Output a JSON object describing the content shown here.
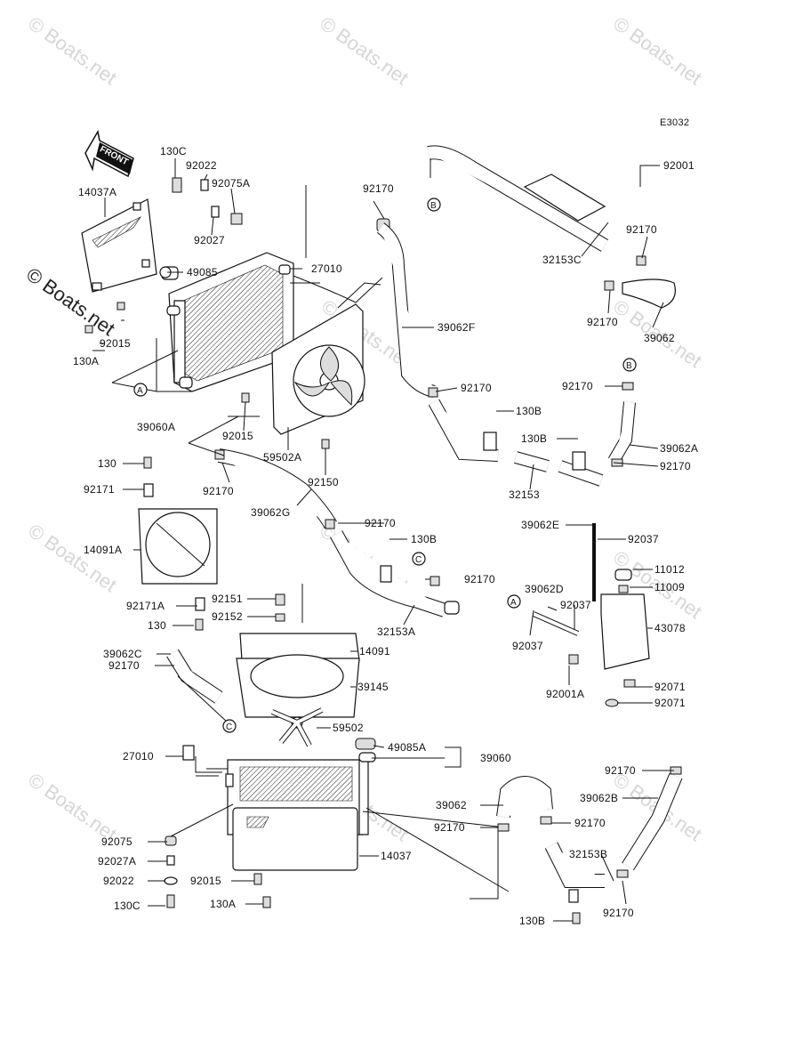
{
  "diagram": {
    "code": "E3032",
    "front_arrow": "FRONT",
    "watermark": "© Boats.net",
    "watermark_side": "© Boats.net",
    "callouts": [
      {
        "key": "a1",
        "text": "130C"
      },
      {
        "key": "a2",
        "text": "92022"
      },
      {
        "key": "a3",
        "text": "92075A"
      },
      {
        "key": "a4",
        "text": "14037A"
      },
      {
        "key": "a5",
        "text": "92027"
      },
      {
        "key": "a6",
        "text": "92170"
      },
      {
        "key": "a7",
        "text": "49085"
      },
      {
        "key": "a8",
        "text": "27010"
      },
      {
        "key": "a9",
        "text": "92015"
      },
      {
        "key": "a10",
        "text": "130A"
      },
      {
        "key": "a11",
        "text": "39062F"
      },
      {
        "key": "a12",
        "text": "92170"
      },
      {
        "key": "a13",
        "text": "39060A"
      },
      {
        "key": "a14",
        "text": "92015"
      },
      {
        "key": "a15",
        "text": "59502A"
      },
      {
        "key": "a16",
        "text": "92150"
      },
      {
        "key": "a17",
        "text": "92001"
      },
      {
        "key": "a18",
        "text": "32153C"
      },
      {
        "key": "a19",
        "text": "92170"
      },
      {
        "key": "a20",
        "text": "92170"
      },
      {
        "key": "a21",
        "text": "39062"
      },
      {
        "key": "a22",
        "text": "92170"
      },
      {
        "key": "a23",
        "text": "130B"
      },
      {
        "key": "a24",
        "text": "130B"
      },
      {
        "key": "a25",
        "text": "39062A"
      },
      {
        "key": "a26",
        "text": "92170"
      },
      {
        "key": "a27",
        "text": "32153"
      },
      {
        "key": "a28",
        "text": "130"
      },
      {
        "key": "a29",
        "text": "92171"
      },
      {
        "key": "a30",
        "text": "92170"
      },
      {
        "key": "a31",
        "text": "39062G"
      },
      {
        "key": "a32",
        "text": "92170"
      },
      {
        "key": "a33",
        "text": "130B"
      },
      {
        "key": "a34",
        "text": "14091A"
      },
      {
        "key": "a35",
        "text": "92170"
      },
      {
        "key": "a36",
        "text": "39062E"
      },
      {
        "key": "a37",
        "text": "92037"
      },
      {
        "key": "a38",
        "text": "11012"
      },
      {
        "key": "a39",
        "text": "11009"
      },
      {
        "key": "a40",
        "text": "39062D"
      },
      {
        "key": "a41",
        "text": "92037"
      },
      {
        "key": "a42",
        "text": "43078"
      },
      {
        "key": "a43",
        "text": "92037"
      },
      {
        "key": "a44",
        "text": "92151"
      },
      {
        "key": "a45",
        "text": "92171A"
      },
      {
        "key": "a46",
        "text": "92152"
      },
      {
        "key": "a47",
        "text": "130"
      },
      {
        "key": "a48",
        "text": "32153A"
      },
      {
        "key": "a49",
        "text": "39062C"
      },
      {
        "key": "a50",
        "text": "92170"
      },
      {
        "key": "a51",
        "text": "14091"
      },
      {
        "key": "a52",
        "text": "39145"
      },
      {
        "key": "a53",
        "text": "92001A"
      },
      {
        "key": "a54",
        "text": "92071"
      },
      {
        "key": "a55",
        "text": "92071"
      },
      {
        "key": "a56",
        "text": "59502"
      },
      {
        "key": "a57",
        "text": "27010"
      },
      {
        "key": "a58",
        "text": "49085A"
      },
      {
        "key": "a59",
        "text": "39060"
      },
      {
        "key": "a60",
        "text": "92170"
      },
      {
        "key": "a61",
        "text": "39062B"
      },
      {
        "key": "a62",
        "text": "39062"
      },
      {
        "key": "a63",
        "text": "92170"
      },
      {
        "key": "a64",
        "text": "92170"
      },
      {
        "key": "a65",
        "text": "92075"
      },
      {
        "key": "a66",
        "text": "92027A"
      },
      {
        "key": "a67",
        "text": "14037"
      },
      {
        "key": "a68",
        "text": "32153B"
      },
      {
        "key": "a69",
        "text": "92022"
      },
      {
        "key": "a70",
        "text": "92015"
      },
      {
        "key": "a71",
        "text": "92170"
      },
      {
        "key": "a72",
        "text": "130C"
      },
      {
        "key": "a73",
        "text": "130A"
      },
      {
        "key": "a74",
        "text": "130B"
      }
    ],
    "refs": [
      {
        "key": "r1",
        "text": "A"
      },
      {
        "key": "r2",
        "text": "B"
      },
      {
        "key": "r3",
        "text": "B"
      },
      {
        "key": "r4",
        "text": "C"
      },
      {
        "key": "r5",
        "text": "A"
      },
      {
        "key": "r6",
        "text": "C"
      }
    ]
  }
}
